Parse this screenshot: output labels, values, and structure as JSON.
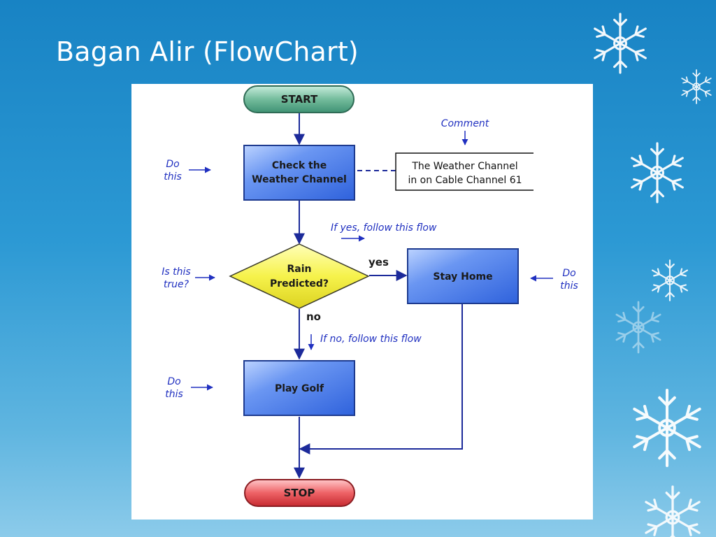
{
  "slide": {
    "title": "Bagan Alir (FlowChart)"
  },
  "flowchart": {
    "start": "START",
    "check": [
      "Check the",
      "Weather Channel"
    ],
    "decision": [
      "Rain",
      "Predicted?"
    ],
    "stay_home": "Stay Home",
    "play_golf": "Play Golf",
    "stop": "STOP",
    "comment_label": "Comment",
    "comment_box": [
      "The Weather Channel",
      "in on Cable Channel 61"
    ],
    "yes_label": "yes",
    "no_label": "no",
    "do_this": [
      "Do",
      "this"
    ],
    "is_this_true": [
      "Is this",
      "true?"
    ],
    "if_yes": "If yes, follow this flow",
    "if_no": "If no, follow this flow"
  },
  "colors": {
    "background": "#2a97d2",
    "terminal_start": "#5fae8c",
    "terminal_stop": "#e0454a",
    "process": "#4c7fe6",
    "decision": "#f2ef4a",
    "connector": "#1c2a9a",
    "annotation": "#2030c0"
  }
}
